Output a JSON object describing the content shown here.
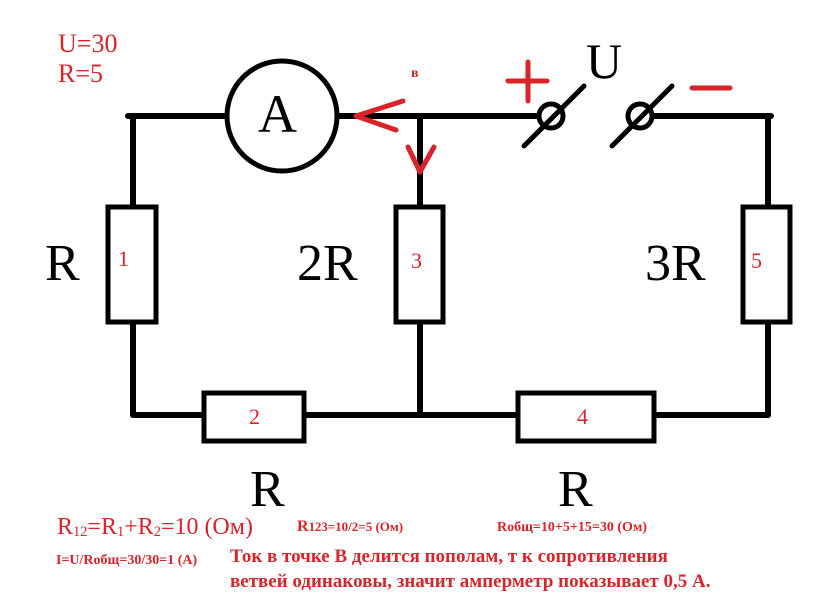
{
  "given": {
    "voltage": "U=30",
    "resistance": "R=5"
  },
  "ammeter": {
    "label": "A"
  },
  "source": {
    "label": "U",
    "plus_sign": "+",
    "minus_sign": "—"
  },
  "node_label": "в",
  "resistors": [
    {
      "number": "1",
      "value_label": "R"
    },
    {
      "number": "2",
      "value_label": "R"
    },
    {
      "number": "3",
      "value_label": "2R"
    },
    {
      "number": "4",
      "value_label": "R"
    },
    {
      "number": "5",
      "value_label": "3R"
    }
  ],
  "formulas": {
    "r12": {
      "prefix": "R",
      "sub": "12",
      "mid1": "=R",
      "sub1": "1",
      "mid2": "+R",
      "sub2": "2",
      "rest": "=10 (Ом)"
    },
    "r123": {
      "prefix": "R",
      "sub": "123",
      "rest": "=10/2=5 (Ом)"
    },
    "rtotal": "Rобщ=10+5+15=30 (Ом)",
    "current": "I=U/Rобщ=30/30=1 (A)"
  },
  "explanation": {
    "line1": "Ток в точке В делится пополам, т к сопротивления",
    "line2": "ветвей одинаковы, значит амперметр показывает 0,5 А."
  },
  "colors": {
    "annotation": "#d9242b",
    "wire": "#000000"
  }
}
